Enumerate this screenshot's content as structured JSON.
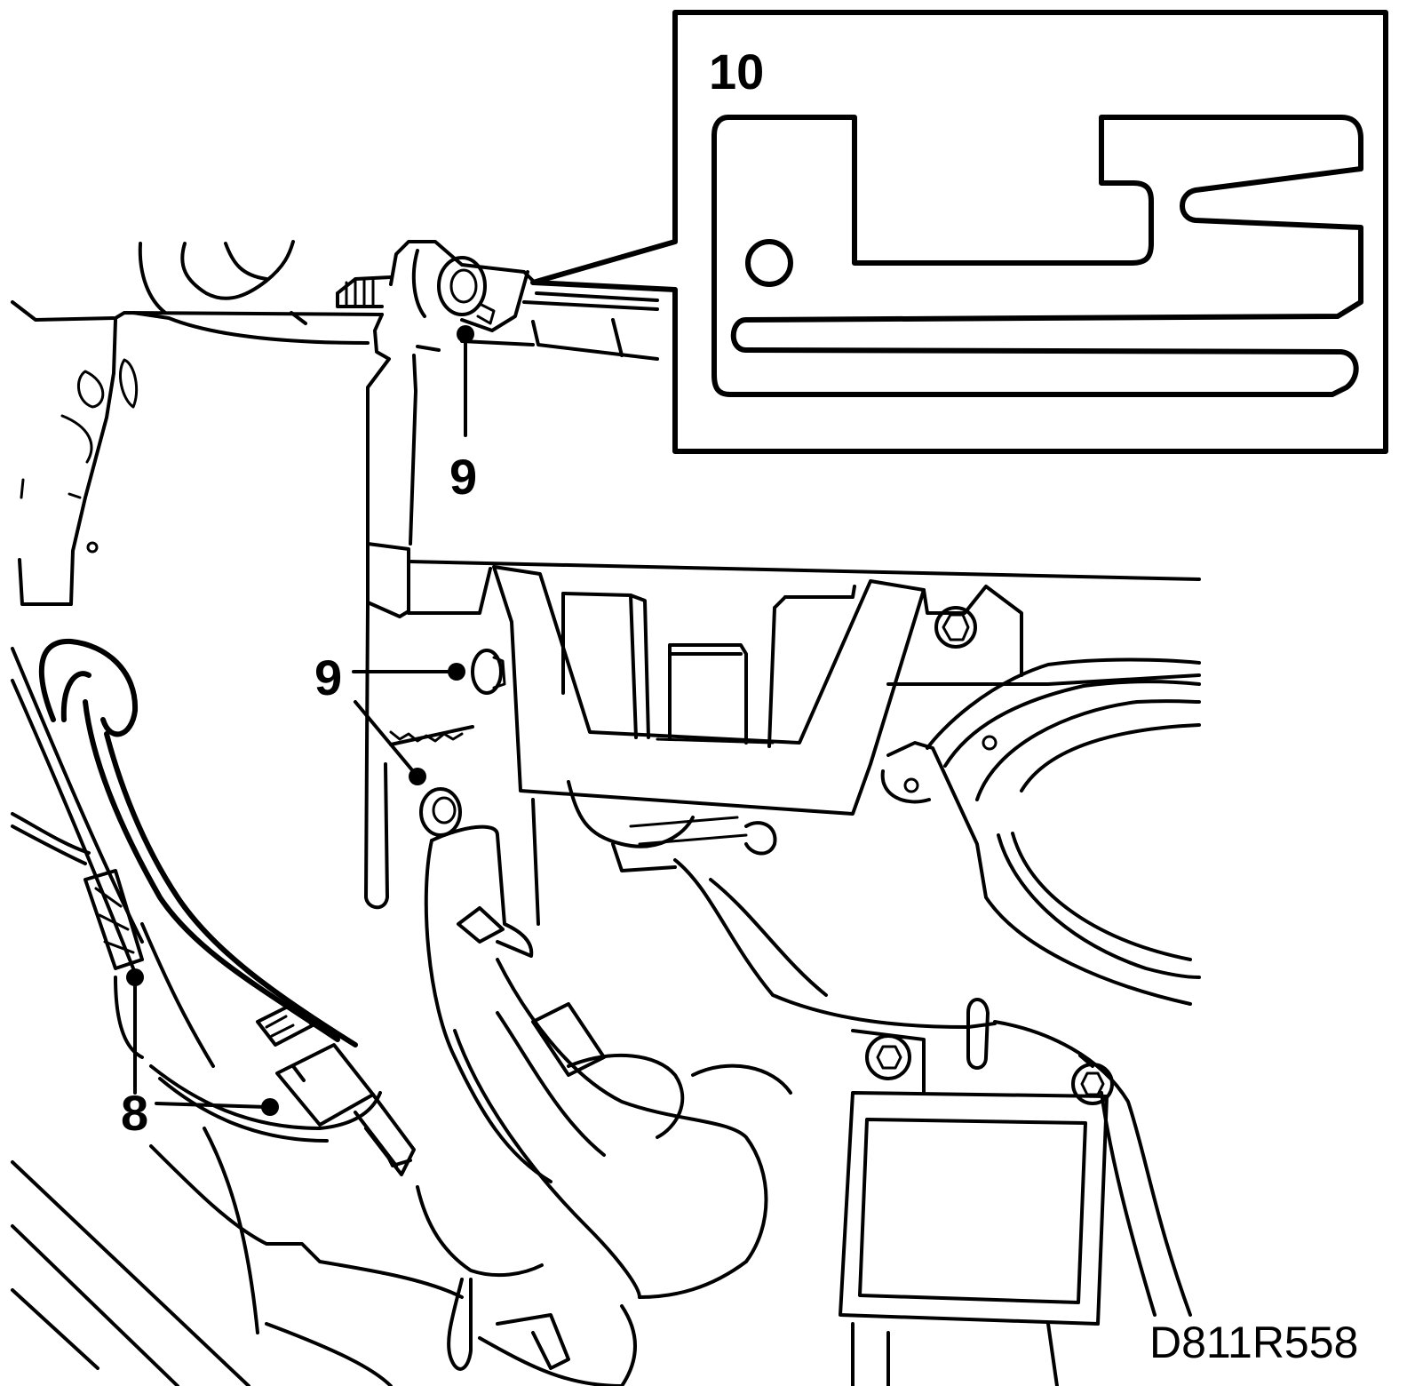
{
  "callouts": {
    "tool": "10",
    "bolt_upper": "9",
    "bolt_middle": "9",
    "connector": "8"
  },
  "figure_code": "D811R558",
  "colors": {
    "line": "#000000",
    "background": "#ffffff"
  }
}
